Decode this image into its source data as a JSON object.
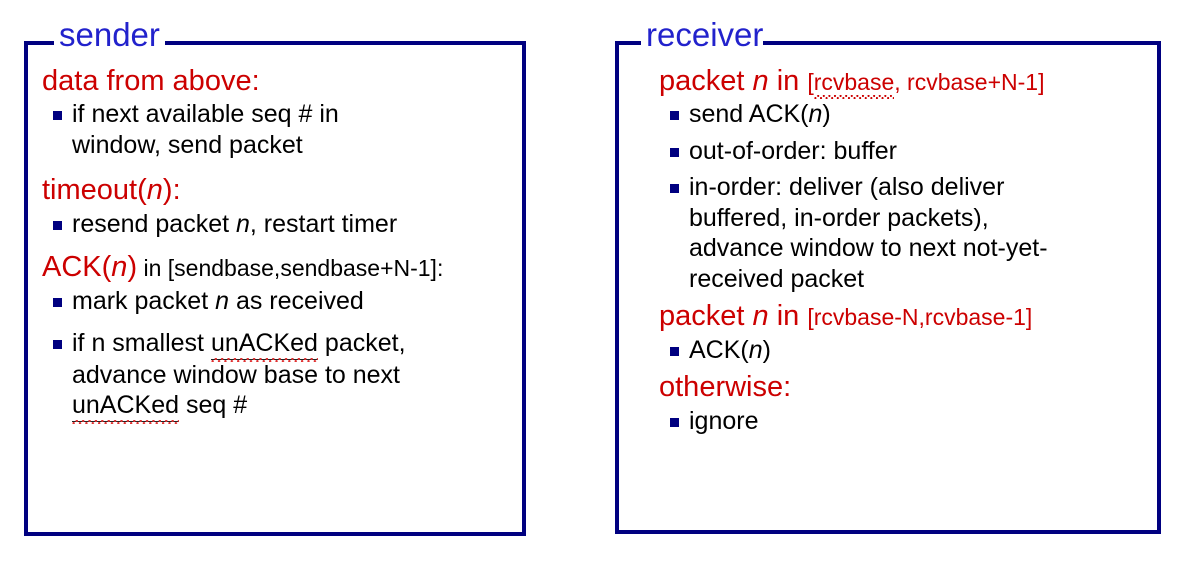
{
  "colors": {
    "border": "#000080",
    "legend": "#2222CC",
    "heading": "#CC0000",
    "body_text": "#000000",
    "bullet": "#000080",
    "spellcheck": "#E03030",
    "background": "#FFFFFF"
  },
  "sender": {
    "legend": "sender",
    "sections": [
      {
        "heading": {
          "red_main": "data from above:",
          "black_tail": ""
        },
        "bullets": [
          "if next available seq # in window, send packet"
        ]
      },
      {
        "heading": {
          "red_main": "timeout(",
          "red_var": "n",
          "red_close": "):",
          "black_tail": ""
        },
        "bullets": [
          "resend packet n, restart timer"
        ]
      },
      {
        "heading": {
          "red_main": "ACK(",
          "red_var": "n",
          "red_close": ")",
          "black_tail": " in [sendbase,sendbase+N-1]:"
        },
        "bullets": [
          "mark packet n as received",
          "if n smallest unACKed packet, advance window base to next unACKed seq #"
        ]
      }
    ]
  },
  "receiver": {
    "legend": "receiver",
    "sections": [
      {
        "heading": {
          "red_main": "packet ",
          "red_var": "n",
          "red_close": " in ",
          "red_small": "[rcvbase, rcvbase+N-1]"
        },
        "bullets": [
          "send ACK(n)",
          "out-of-order: buffer",
          "in-order: deliver (also deliver buffered, in-order packets), advance window to next not-yet-received packet"
        ]
      },
      {
        "heading": {
          "red_main": "packet ",
          "red_var": "n",
          "red_close": " in ",
          "red_small": "[rcvbase-N,rcvbase-1]"
        },
        "bullets": [
          "ACK(n)"
        ]
      },
      {
        "heading": {
          "red_main": "otherwise:"
        },
        "bullets": [
          "ignore"
        ]
      }
    ]
  }
}
